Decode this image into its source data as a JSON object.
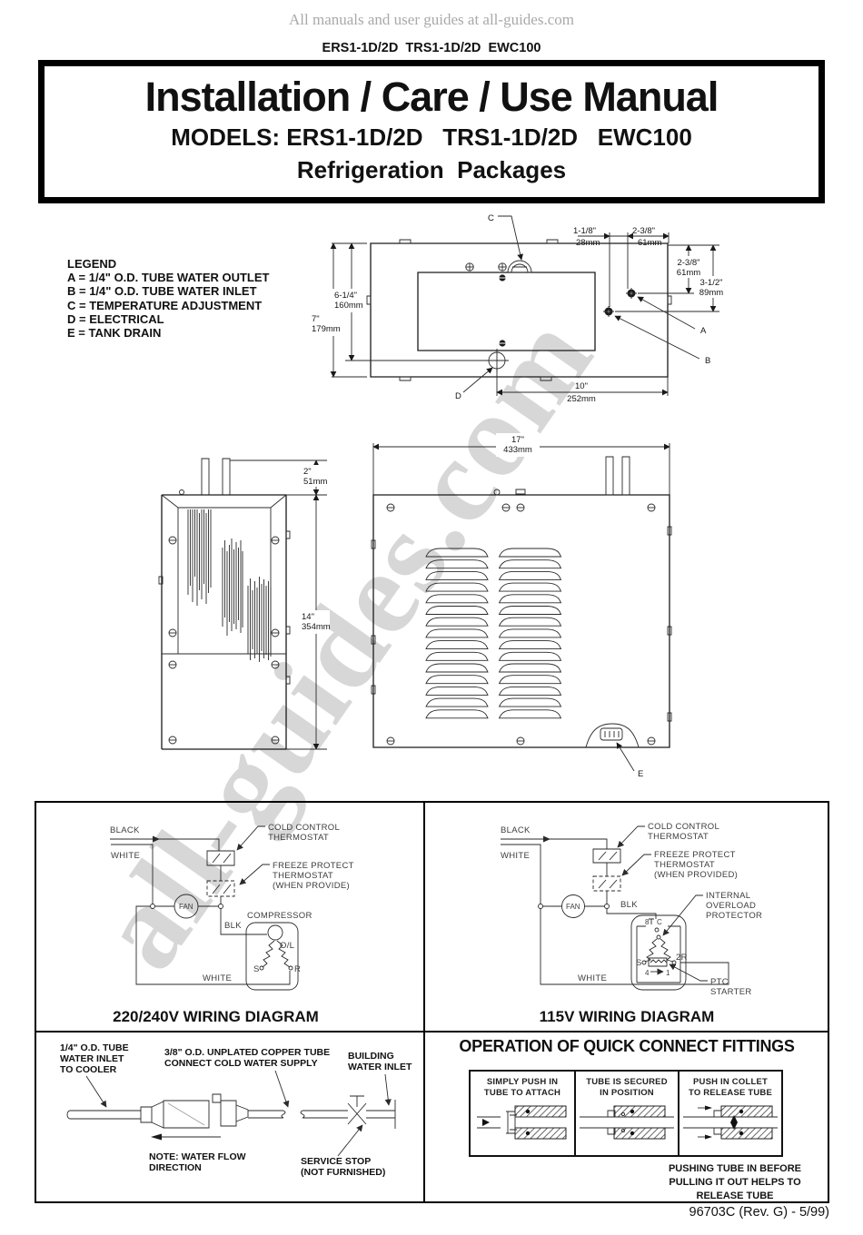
{
  "page": {
    "top_watermark": "All manuals and user guides at all-guides.com",
    "diagonal_watermark": "all-guides.com",
    "models_header": "ERS1-1D/2D  TRS1-1D/2D  EWC100",
    "footer": "96703C (Rev. G) - 5/99)"
  },
  "title_box": {
    "title": "Installation / Care / Use  Manual",
    "models": "MODELS: ERS1-1D/2D   TRS1-1D/2D   EWC100",
    "subtitle": "Refrigeration  Packages"
  },
  "legend": {
    "heading": "LEGEND",
    "items": [
      "A = 1/4\" O.D. TUBE WATER OUTLET",
      "B = 1/4\" O.D. TUBE WATER INLET",
      "C = TEMPERATURE ADJUSTMENT",
      "D = ELECTRICAL",
      "E = TANK DRAIN"
    ]
  },
  "top_view": {
    "dim_c1_in": "1-1/8\"",
    "dim_c1_mm": "28mm",
    "dim_c2_in": "2-3/8\"",
    "dim_c2_mm": "61mm",
    "dim_r1_in": "2-3/8\"",
    "dim_r1_mm": "61mm",
    "dim_r2_in": "3-1/2\"",
    "dim_r2_mm": "89mm",
    "dim_l1_in": "7\"",
    "dim_l1_mm": "179mm",
    "dim_l2_in": "6-1/4\"",
    "dim_l2_mm": "160mm",
    "dim_b1_in": "10\"",
    "dim_b1_mm": "252mm",
    "label_a": "A",
    "label_b": "B",
    "label_c": "C",
    "label_d": "D"
  },
  "side_view": {
    "dim_top_in": "2\"",
    "dim_top_mm": "51mm",
    "dim_height_in": "14\"",
    "dim_height_mm": "354mm"
  },
  "front_view": {
    "dim_width_in": "17\"",
    "dim_width_mm": "433mm",
    "label_e": "E"
  },
  "wiring_220": {
    "title": "220/240V WIRING DIAGRAM",
    "black": "BLACK",
    "white": "WHITE",
    "white_bottom": "WHITE",
    "fan": "FAN",
    "blk": "BLK",
    "compressor": "COMPRESSOR",
    "overload": "O/L",
    "start": "S",
    "run": "R",
    "cold_1": "COLD CONTROL",
    "cold_2": "THERMOSTAT",
    "freeze_1": "FREEZE PROTECT",
    "freeze_2": "THERMOSTAT",
    "freeze_3": "(WHEN PROVIDE)"
  },
  "wiring_115": {
    "title": "115V WIRING DIAGRAM",
    "black": "BLACK",
    "white": "WHITE",
    "white_bottom": "WHITE",
    "fan": "FAN",
    "blk": "BLK",
    "cold_1": "COLD CONTROL",
    "cold_2": "THERMOSTAT",
    "freeze_1": "FREEZE PROTECT",
    "freeze_2": "THERMOSTAT",
    "freeze_3": "(WHEN PROVIDED)",
    "overload_1": "INTERNAL",
    "overload_2": "OVERLOAD",
    "overload_3": "PROTECTOR",
    "ptc_1": "PTC",
    "ptc_2": "STARTER",
    "term_8": "8",
    "term_c": "C",
    "term_s": "S",
    "term_2r": "2R",
    "term_4": "4",
    "term_1": "1"
  },
  "water_inlet": {
    "inlet_1": "1/4\" O.D. TUBE",
    "inlet_2": "WATER INLET",
    "inlet_3": "TO COOLER",
    "copper_1": "3/8\" O.D. UNPLATED COPPER TUBE",
    "copper_2": "CONNECT COLD WATER SUPPLY",
    "building_1": "BUILDING",
    "building_2": "WATER INLET",
    "note_1": "NOTE: WATER FLOW",
    "note_2": "DIRECTION",
    "stop_1": "SERVICE STOP",
    "stop_2": "(NOT FURNISHED)"
  },
  "quick_connect": {
    "title": "OPERATION OF QUICK CONNECT FITTINGS",
    "panel1_1": "SIMPLY PUSH IN",
    "panel1_2": "TUBE TO ATTACH",
    "panel2_1": "TUBE IS SECURED",
    "panel2_2": "IN POSITION",
    "panel3_1": "PUSH IN COLLET",
    "panel3_2": "TO RELEASE TUBE",
    "note_1": "PUSHING TUBE IN BEFORE",
    "note_2": "PULLING IT OUT HELPS TO",
    "note_3": "RELEASE TUBE"
  }
}
